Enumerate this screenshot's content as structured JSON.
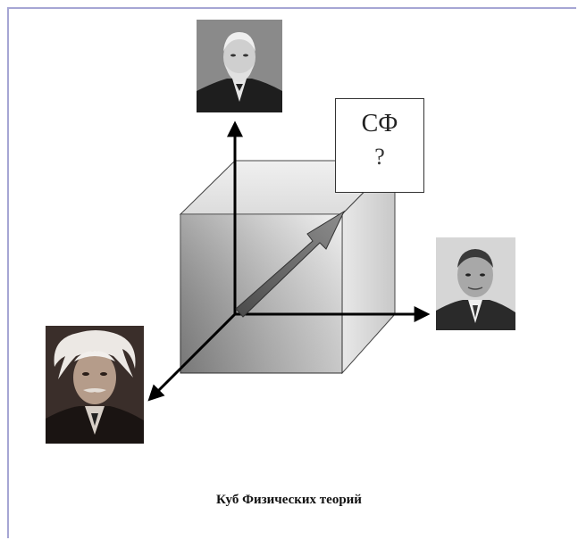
{
  "diagram": {
    "box_title": "СФ",
    "box_question": "?",
    "caption": "Куб Физических теорий"
  },
  "portraits": [
    {
      "role": "top-axis"
    },
    {
      "role": "right-axis"
    },
    {
      "role": "left-axis"
    }
  ],
  "colors": {
    "frame": "#a6a6d4",
    "cube_light": "#d9d9d9",
    "cube_dark": "#8a8a8a",
    "arrow": "#555555",
    "axis": "#000000"
  }
}
